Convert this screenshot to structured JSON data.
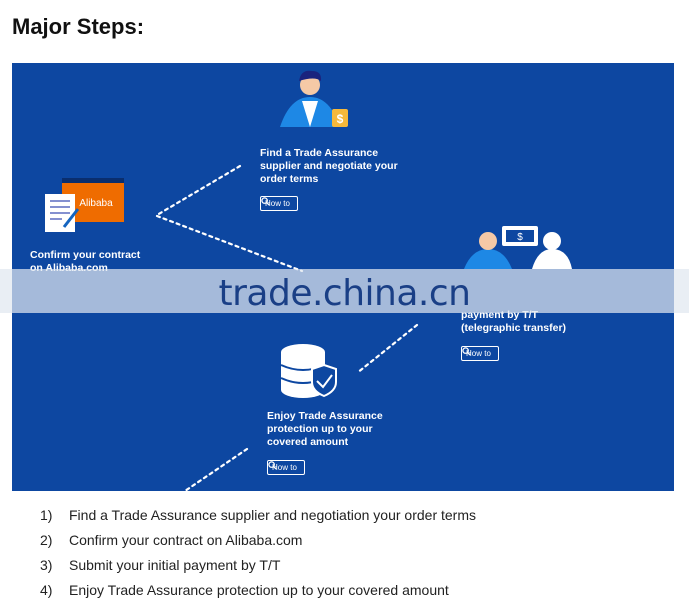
{
  "title": "Major Steps:",
  "panel": {
    "background": "#0d47a1",
    "steps": {
      "find_supplier": {
        "lines": [
          "Find a Trade Assurance",
          "supplier and negotiate your",
          "order terms"
        ],
        "howto": "How to"
      },
      "confirm_contract": {
        "lines": [
          "Confirm your contract",
          "on Alibaba.com"
        ],
        "logo": "Alibaba"
      },
      "payment": {
        "lines": [
          "payment by T/T",
          "(telegraphic transfer)"
        ],
        "howto": "How to"
      },
      "protection": {
        "lines": [
          "Enjoy Trade Assurance",
          "protection up to your",
          "covered amount"
        ],
        "howto": "How to"
      }
    },
    "dollar_sign": "$",
    "bill_sign": "$"
  },
  "watermark": "trade.china.cn",
  "list": [
    {
      "num": "1)",
      "text": "Find a Trade Assurance supplier and negotiation your order terms"
    },
    {
      "num": "2)",
      "text": "Confirm your contract on Alibaba.com"
    },
    {
      "num": "3)",
      "text": "Submit your initial payment by T/T"
    },
    {
      "num": "4)",
      "text": "Enjoy Trade Assurance protection up to your covered amount"
    }
  ],
  "icons": {
    "supplier": "person-with-coin-icon",
    "contract": "contract-signing-icon",
    "payment": "two-people-money-icon",
    "protection": "database-shield-icon",
    "howto": "search-icon"
  }
}
